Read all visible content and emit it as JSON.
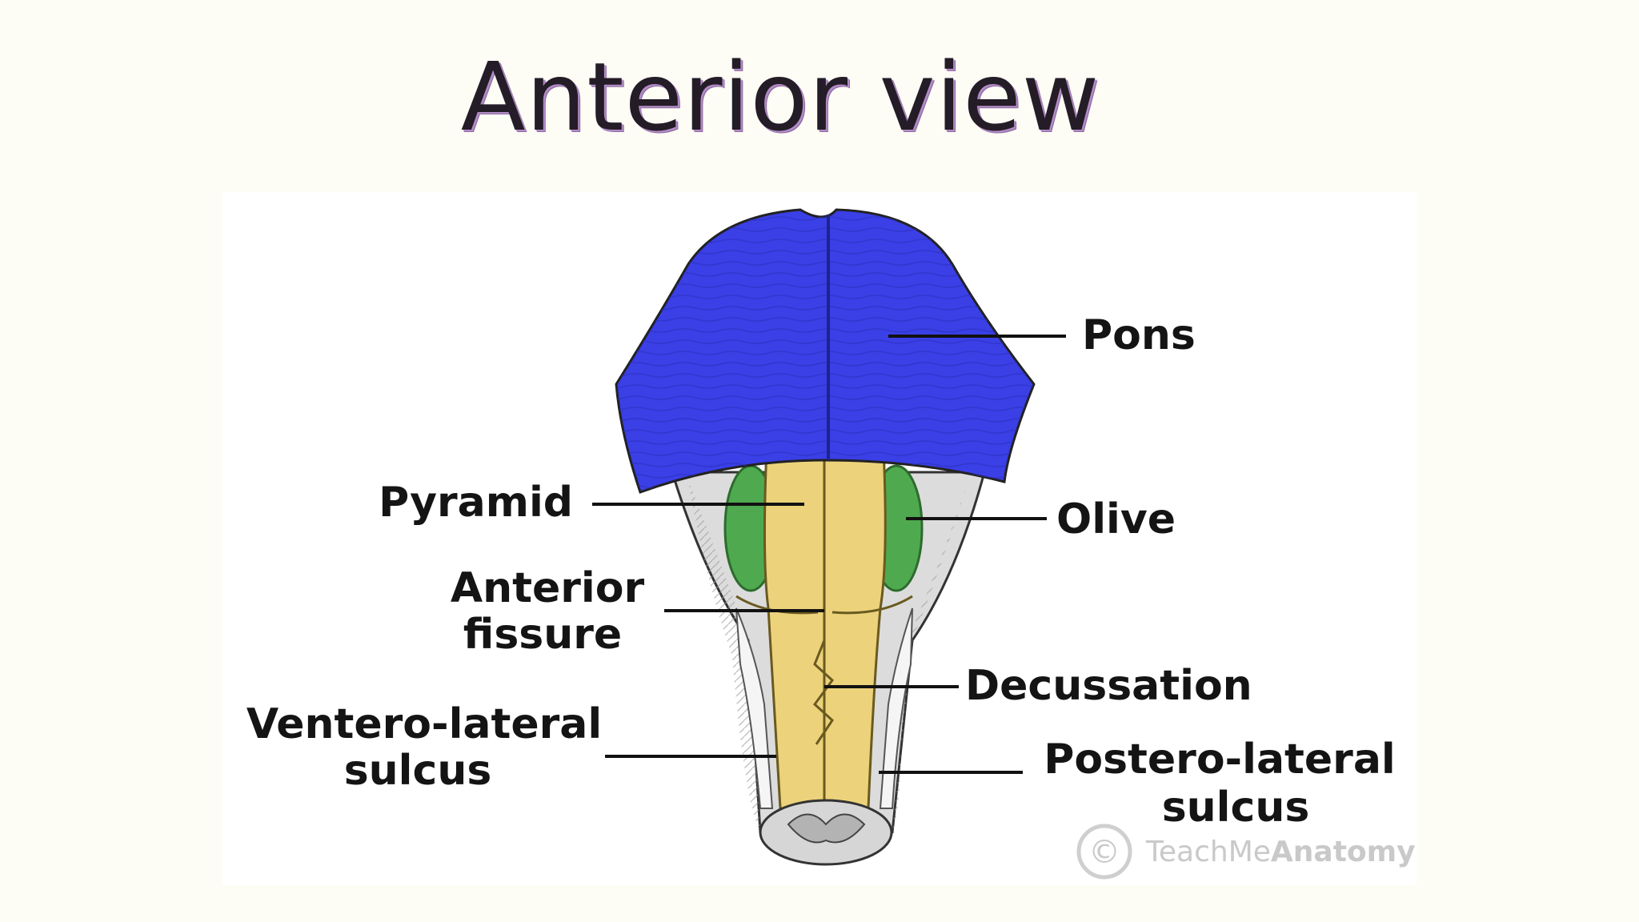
{
  "slide": {
    "title": "Anterior view"
  },
  "labels": {
    "pons": "Pons",
    "pyramid": "Pyramid",
    "olive": "Olive",
    "anterior_fissure_line1": "Anterior",
    "anterior_fissure_line2": "fissure",
    "decussation": "Decussation",
    "ventero_lateral_line1": "Ventero-lateral",
    "ventero_lateral_line2": "sulcus",
    "postero_lateral_line1": "Postero-lateral",
    "postero_lateral_line2": "sulcus"
  },
  "watermark": {
    "symbol": "©",
    "brand_light": "TeachMe",
    "brand_bold": "Anatomy"
  },
  "colors": {
    "pons": "#3a3fe6",
    "pyramid": "#ecd27a",
    "olive": "#4faa4f",
    "medulla": "#d9d9d9"
  }
}
